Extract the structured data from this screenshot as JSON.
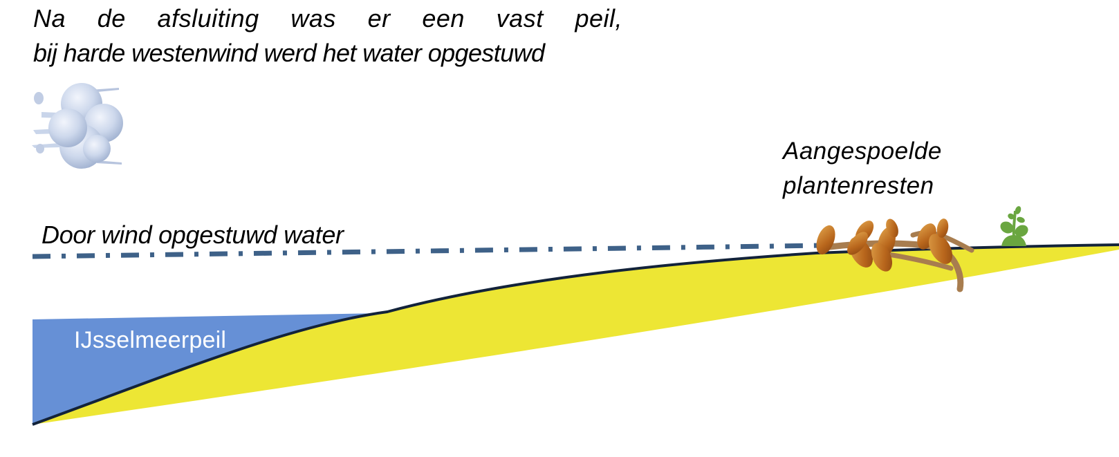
{
  "title": {
    "line1": "Na de afsluiting was er een vast peil,",
    "line2": "bij harde westenwind werd het water opgestuwd"
  },
  "labels": {
    "washed_up_plants_line1": "Aangespoelde",
    "washed_up_plants_line2": "plantenresten",
    "wind_water": "Door wind opgestuwd water",
    "lake_level": "IJsselmeerpeil"
  },
  "icons": {
    "wind": "wind-cloud-icon",
    "leaves": "dead-leaves-branch-icon",
    "plant": "seedling-icon"
  },
  "colors": {
    "water": "#6690d6",
    "land": "#ede634",
    "shoreline": "#13233a",
    "dash_line": "#3e6188",
    "plant": "#6aa640",
    "leaves": "#b8661c",
    "branch": "#a87d4f",
    "cloud": "#c9d5ea"
  }
}
